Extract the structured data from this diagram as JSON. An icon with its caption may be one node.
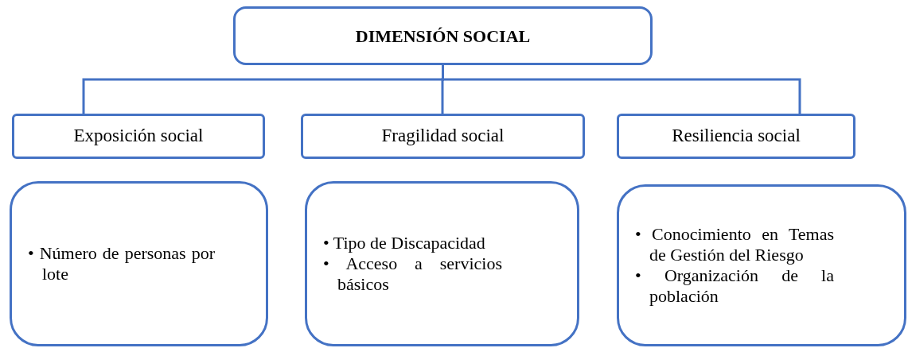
{
  "diagram": {
    "nodes": [
      {
        "text": [
          "DIMENSIÓN SOCIAL"
        ]
      },
      {
        "text": [
          "Exposición social"
        ]
      },
      {
        "text": [
          "Fragilidad social"
        ]
      },
      {
        "text": [
          "Resiliencia social"
        ]
      },
      {
        "text": [
          "• Número de personas por lote"
        ]
      },
      {
        "text": [
          "• Tipo de Discapacidad",
          "• Acceso a servicios básicos"
        ]
      },
      {
        "text": [
          "• Conocimiento en Temas de Gestión del Riesgo",
          "• Organización de la población"
        ]
      }
    ],
    "edges": [
      {
        "from": 0,
        "to": 1,
        "arrow": "none"
      },
      {
        "from": 0,
        "to": 2,
        "arrow": "none"
      },
      {
        "from": 0,
        "to": 3,
        "arrow": "none"
      }
    ]
  }
}
